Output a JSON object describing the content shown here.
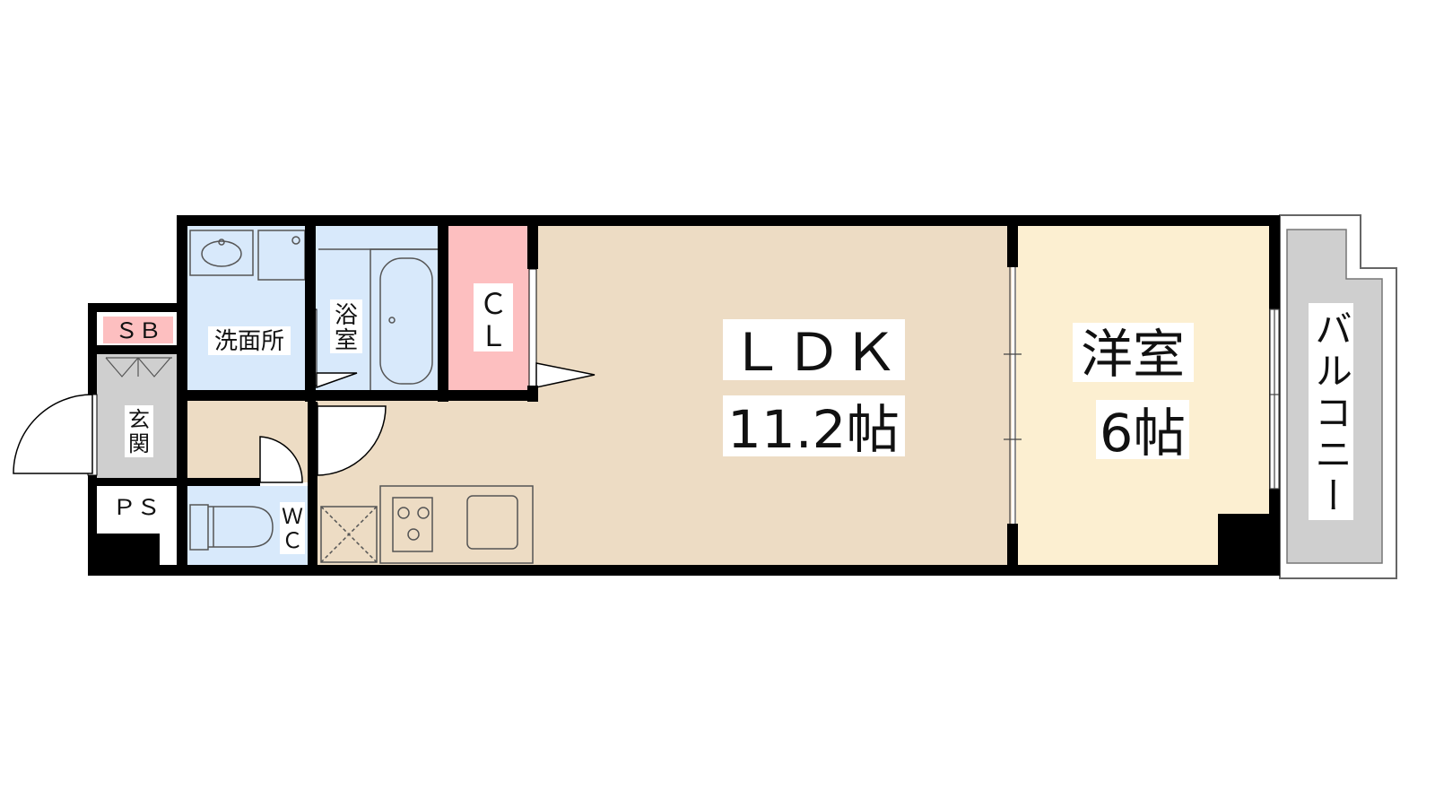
{
  "rooms": {
    "ldk": {
      "name": "ＬＤＫ",
      "size": "11.2帖"
    },
    "western": {
      "name": "洋室",
      "size": "6帖"
    },
    "balcony": {
      "name": "バルコニー"
    },
    "washroom": {
      "name": "洗面所"
    },
    "bath": {
      "line1": "浴",
      "line2": "室"
    },
    "closet": {
      "line1": "Ｃ",
      "line2": "Ｌ"
    },
    "shoebox": {
      "name": "ＳＢ"
    },
    "entrance": {
      "line1": "玄",
      "line2": "関"
    },
    "pipe_space": {
      "name": "ＰＳ"
    },
    "toilet": {
      "line1": "Ｗ",
      "line2": "Ｃ"
    }
  },
  "colors": {
    "wall": "#000000",
    "ldk": "#eddcc4",
    "western": "#fcefd1",
    "wet_area": "#d8e9fb",
    "closet": "#fdbfc0",
    "entrance": "#cfcfcf",
    "balcony": "#cfcfcf",
    "label_bg": "#ffffff"
  }
}
